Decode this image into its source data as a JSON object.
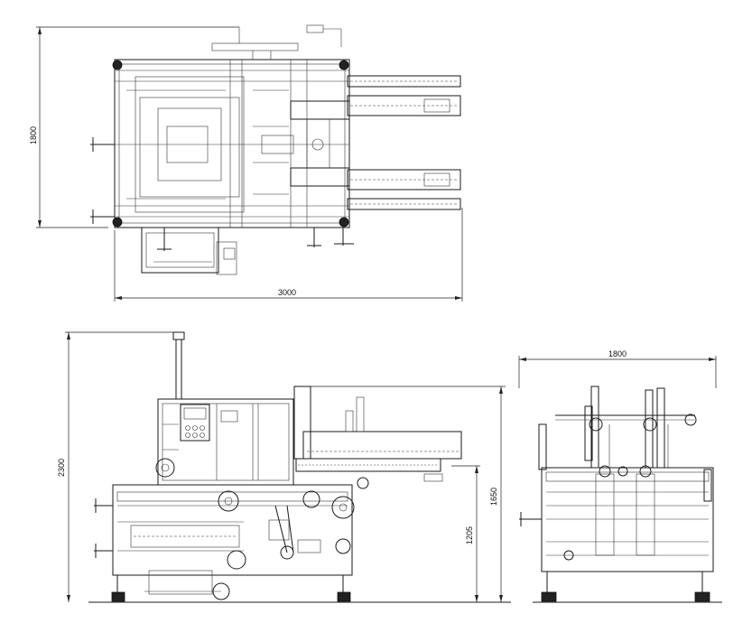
{
  "dimensions": {
    "top_view_length": "3000",
    "top_view_width": "1800",
    "side_view_height": "2300",
    "side_view_conveyor_height": "1650",
    "side_view_table_height": "1205",
    "end_view_width": "1800"
  }
}
